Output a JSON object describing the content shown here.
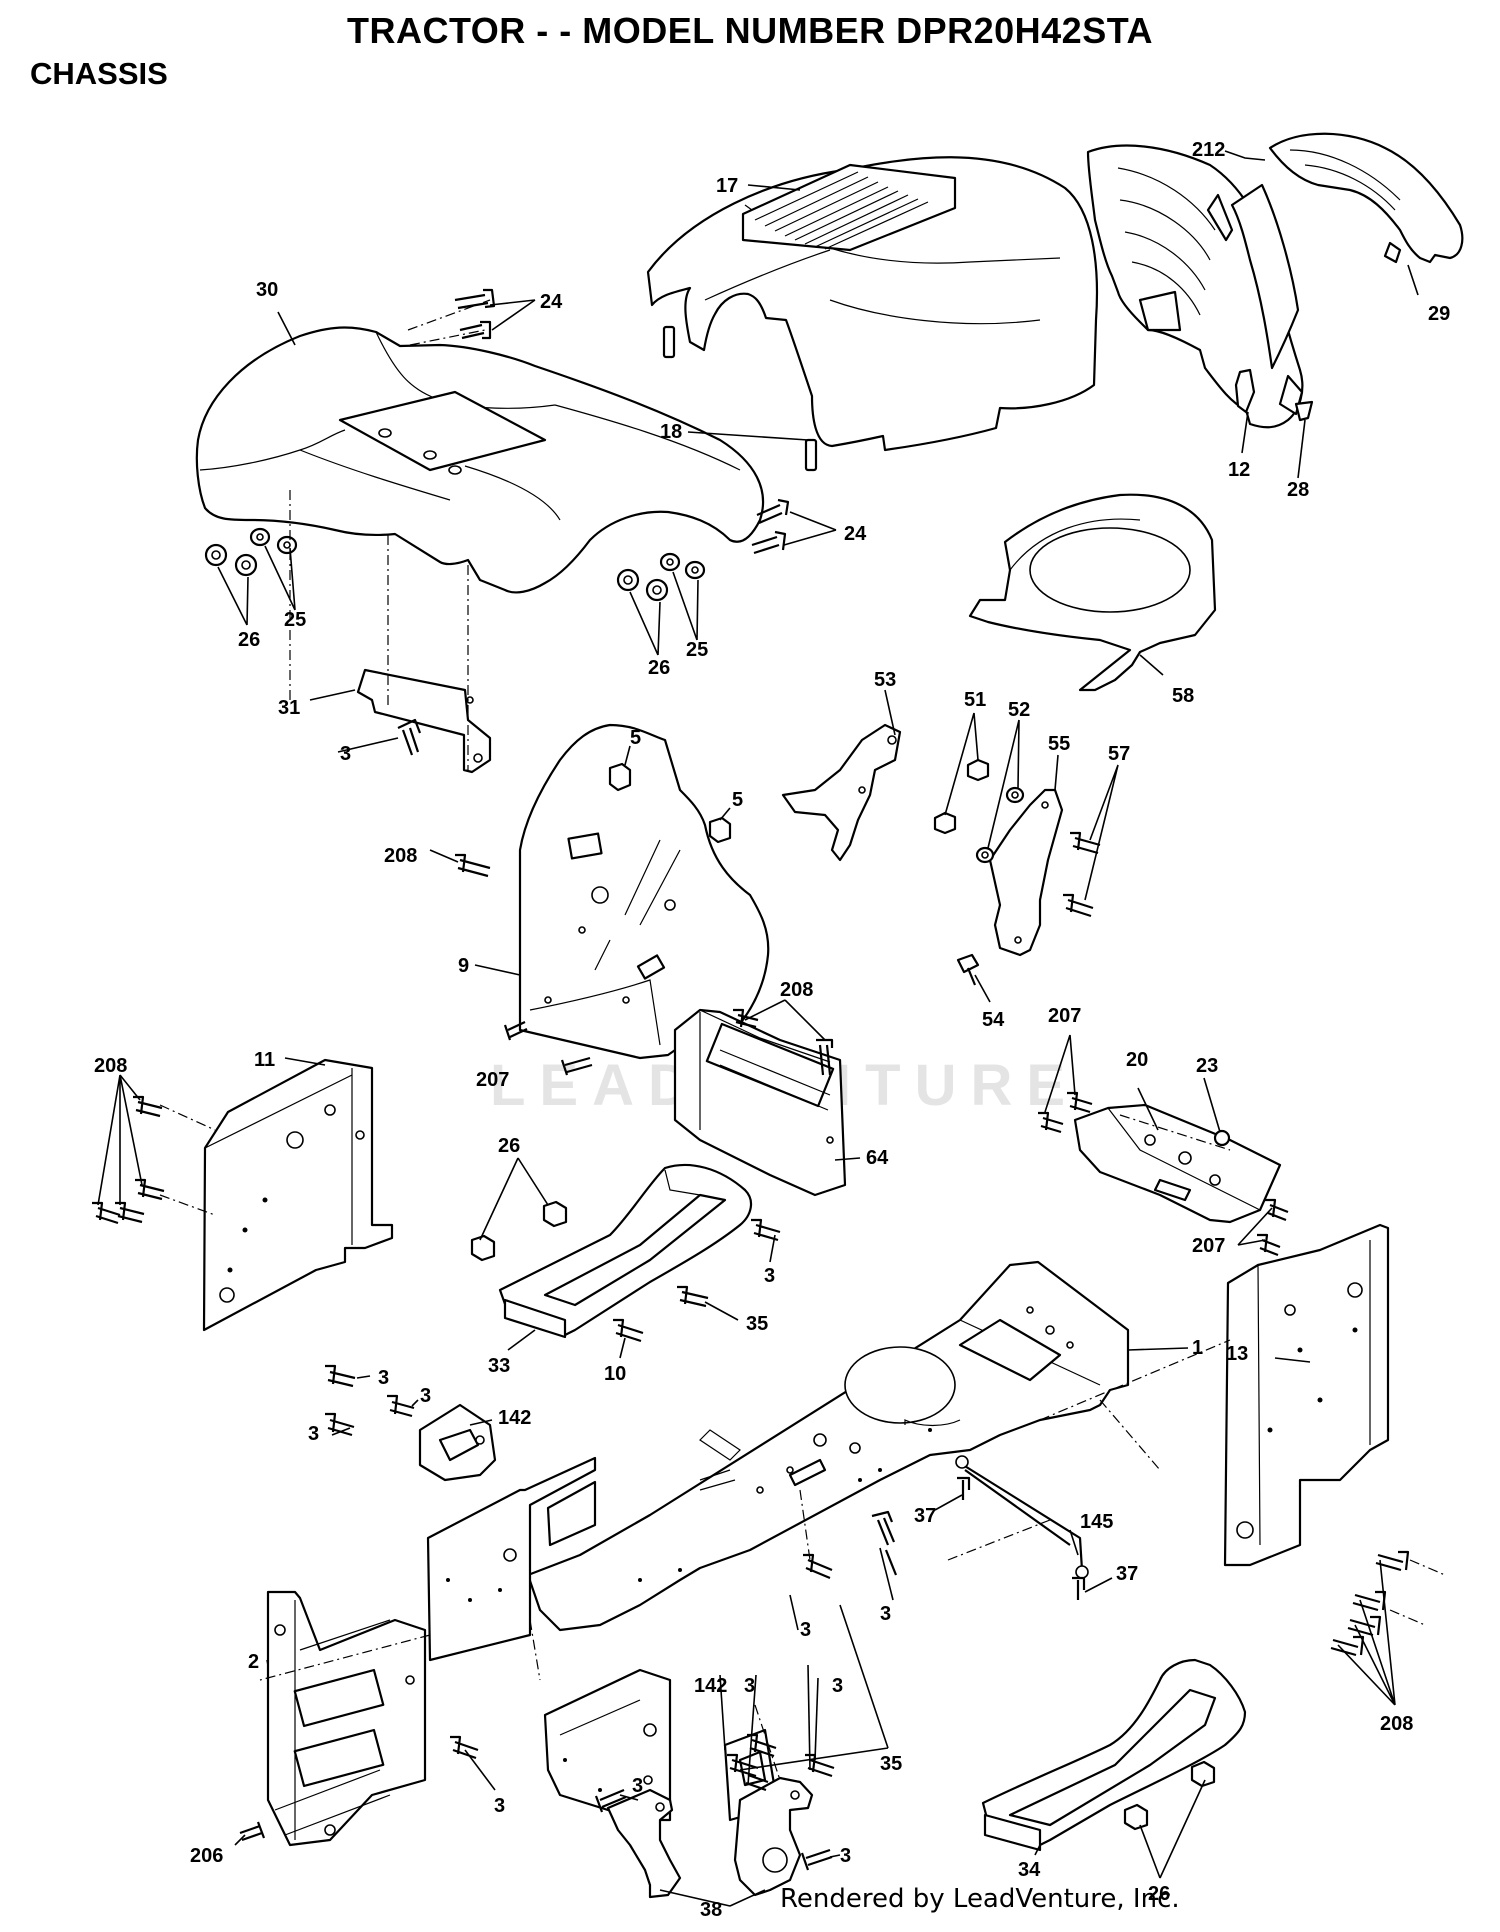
{
  "header": {
    "title": "TRACTOR - - MODEL NUMBER DPR20H42STA",
    "section": "CHASSIS"
  },
  "watermark": "LEADVENTURE",
  "footer": "Rendered by LeadVenture, Inc.",
  "callouts": [
    {
      "id": "c17",
      "text": "17"
    },
    {
      "id": "c212",
      "text": "212"
    },
    {
      "id": "c29",
      "text": "29"
    },
    {
      "id": "c30",
      "text": "30"
    },
    {
      "id": "c24a",
      "text": "24"
    },
    {
      "id": "c18",
      "text": "18"
    },
    {
      "id": "c12",
      "text": "12"
    },
    {
      "id": "c28",
      "text": "28"
    },
    {
      "id": "c24b",
      "text": "24"
    },
    {
      "id": "c25a",
      "text": "25"
    },
    {
      "id": "c26a",
      "text": "26"
    },
    {
      "id": "c25b",
      "text": "25"
    },
    {
      "id": "c26b",
      "text": "26"
    },
    {
      "id": "c58",
      "text": "58"
    },
    {
      "id": "c31",
      "text": "31"
    },
    {
      "id": "c3a",
      "text": "3"
    },
    {
      "id": "c53",
      "text": "53"
    },
    {
      "id": "c51",
      "text": "51"
    },
    {
      "id": "c52",
      "text": "52"
    },
    {
      "id": "c55",
      "text": "55"
    },
    {
      "id": "c57",
      "text": "57"
    },
    {
      "id": "c5a",
      "text": "5"
    },
    {
      "id": "c5b",
      "text": "5"
    },
    {
      "id": "c208a",
      "text": "208"
    },
    {
      "id": "c9",
      "text": "9"
    },
    {
      "id": "c54",
      "text": "54"
    },
    {
      "id": "c208b",
      "text": "208"
    },
    {
      "id": "c207a",
      "text": "207"
    },
    {
      "id": "c207b",
      "text": "207"
    },
    {
      "id": "c20",
      "text": "20"
    },
    {
      "id": "c23",
      "text": "23"
    },
    {
      "id": "c208c",
      "text": "208"
    },
    {
      "id": "c11",
      "text": "11"
    },
    {
      "id": "c64",
      "text": "64"
    },
    {
      "id": "c26c",
      "text": "26"
    },
    {
      "id": "c207c",
      "text": "207"
    },
    {
      "id": "c3b",
      "text": "3"
    },
    {
      "id": "c35a",
      "text": "35"
    },
    {
      "id": "c33",
      "text": "33"
    },
    {
      "id": "c10",
      "text": "10"
    },
    {
      "id": "c1",
      "text": "1"
    },
    {
      "id": "c13",
      "text": "13"
    },
    {
      "id": "c3c",
      "text": "3"
    },
    {
      "id": "c3d",
      "text": "3"
    },
    {
      "id": "c3e",
      "text": "3"
    },
    {
      "id": "c142a",
      "text": "142"
    },
    {
      "id": "c37a",
      "text": "37"
    },
    {
      "id": "c145",
      "text": "145"
    },
    {
      "id": "c37b",
      "text": "37"
    },
    {
      "id": "c3f",
      "text": "3"
    },
    {
      "id": "c3g",
      "text": "3"
    },
    {
      "id": "c142b",
      "text": "142"
    },
    {
      "id": "c3h",
      "text": "3"
    },
    {
      "id": "c3i",
      "text": "3"
    },
    {
      "id": "c2",
      "text": "2"
    },
    {
      "id": "c208d",
      "text": "208"
    },
    {
      "id": "c206",
      "text": "206"
    },
    {
      "id": "c3j",
      "text": "3"
    },
    {
      "id": "c35b",
      "text": "35"
    },
    {
      "id": "c3k",
      "text": "3"
    },
    {
      "id": "c3l",
      "text": "3"
    },
    {
      "id": "c34",
      "text": "34"
    },
    {
      "id": "c38",
      "text": "38"
    },
    {
      "id": "c26d",
      "text": "26"
    }
  ]
}
